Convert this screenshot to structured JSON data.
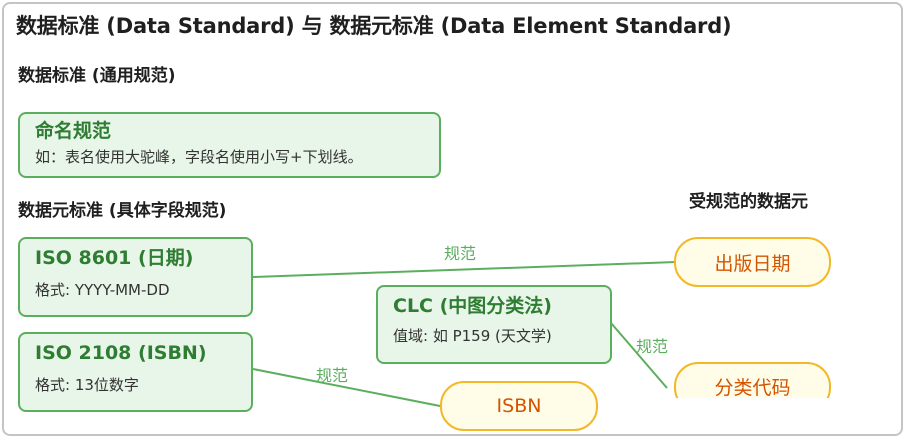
{
  "title": "数据标准 (Data Standard) 与 数据元标准 (Data Element Standard)",
  "sections": {
    "general": "数据标准 (通用规范)",
    "element": "数据元标准 (具体字段规范)",
    "governed": "受规范的数据元"
  },
  "general_standard": {
    "title": "命名规范",
    "desc": "如：表名使用大驼峰，字段名使用小写+下划线。"
  },
  "element_standards": [
    {
      "title": "ISO 8601 (日期)",
      "desc": "格式: YYYY-MM-DD"
    },
    {
      "title": "ISO 2108 (ISBN)",
      "desc": "格式: 13位数字"
    },
    {
      "title": "CLC (中图分类法)",
      "desc": "值域: 如 P159 (天文学)"
    }
  ],
  "data_elements": [
    {
      "label": "出版日期"
    },
    {
      "label": "ISBN"
    },
    {
      "label": "分类代码"
    }
  ],
  "edges": [
    {
      "from": "ISO 8601 (日期)",
      "to": "出版日期",
      "label": "规范"
    },
    {
      "from": "ISO 2108 (ISBN)",
      "to": "ISBN",
      "label": "规范"
    },
    {
      "from": "CLC (中图分类法)",
      "to": "分类代码",
      "label": "规范"
    }
  ],
  "colors": {
    "standard_fill": "#e8f5e9",
    "standard_border": "#5cae5f",
    "standard_title": "#2e7d32",
    "element_fill": "#fffde7",
    "element_border": "#f2b82a",
    "element_text": "#d35400",
    "edge": "#5cae5f"
  }
}
